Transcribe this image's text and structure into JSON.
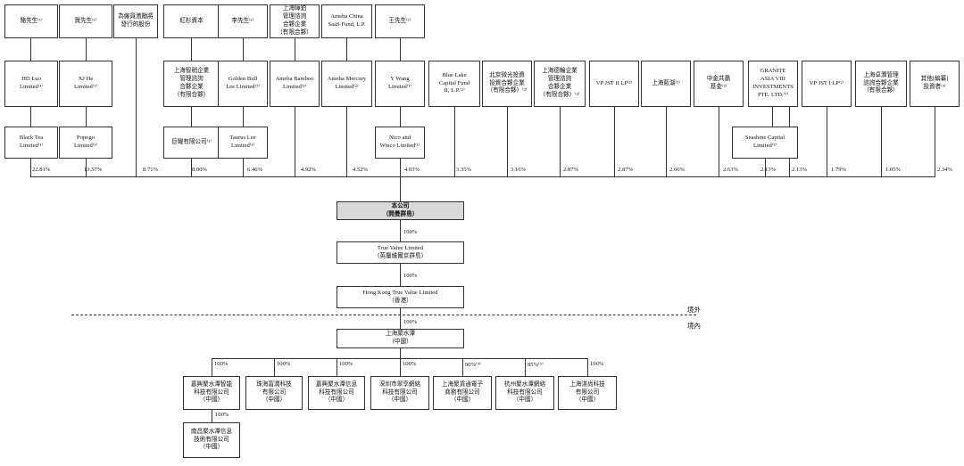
{
  "top_row": [
    "駱先生⁽¹⁾",
    "賀先生⁽¹⁾",
    "為僱員激勵將\n發行的股份",
    "紅杉資本",
    "李先生⁽¹⁾",
    "上海曄鉑\n管理諮詢\n合夥企業\n（有限合夥）",
    "Ameba China\nSaaS Fund, L.P.",
    "王先生⁽¹⁾"
  ],
  "middle_row": [
    "HD Luo\nLimited⁽¹⁾",
    "XJ He\nLimited⁽¹⁾",
    "上海智稍企業\n管理諮詢\n合夥企業\n（有限合夥）",
    "Golden Bull\nLee Limited⁽¹⁾",
    "Ameba Bamboo\nLimited⁽²⁾",
    "Ameba Mercury\nLimited⁽²⁾",
    "Y Wang\nLimited⁽¹⁾",
    "Blue Lake\nCapital Fund\nII, L.P.⁽²⁾",
    "北京微光投資\n投資合夥企業\n（有限合夥）⁽²⁾",
    "上海德輪企業\n管理諮詢\n合夥企業\n（有限合夥）⁽²⁾",
    "VP JST II LP⁽²⁾",
    "上海藍湖⁽²⁾",
    "中金共贏\n基金⁽²⁾",
    "GRANITE\nASIA VIII\nINVESTMENTS\nPTE. LTD.⁽²⁾",
    "VP JST I LP⁽²⁾",
    "上海卓灝管理\n諮詢合夥企業\n（有限合夥）",
    "其他[編纂]\n投資者⁽³⁾"
  ],
  "bottom_row": [
    "Black Tea\nLimited⁽¹⁾",
    "Popogo\nLimited⁽¹⁾",
    "巨曜有限公司⁽²⁾",
    "Taurus Lee\nLimited⁽¹⁾",
    "Nico and\nWinco Limited⁽¹⁾",
    "Seashine Capital\nLimited⁽²⁾"
  ],
  "percentages": [
    "22.81%",
    "13.57%",
    "8.71%",
    "8.00%",
    "6.46%",
    "4.92%",
    "4.52%",
    "4.03%",
    "3.35%",
    "3.16%",
    "2.87%",
    "2.87%",
    "2.66%",
    "2.63%",
    "2.13%",
    "2.13%",
    "1.79%",
    "1.05%",
    "2.34%"
  ],
  "company": "本公司\n（開曼群島）",
  "chain": [
    {
      "pct": "100%",
      "name": "True Value Limited\n（英屬維爾京群島）"
    },
    {
      "pct": "100%",
      "name": "Hong Kong True Value Limited\n（香港）"
    },
    {
      "pct": "100%",
      "name": "上海聚水潭\n（中國）"
    }
  ],
  "offshore_label": "境外",
  "onshore_label": "境內",
  "subsidiaries": [
    {
      "pct": "100%",
      "name": "嘉興聚水潭智能\n科技有限公司\n（中國）"
    },
    {
      "pct": "100%",
      "name": "珠海富潤科技\n有限公司\n（中國）"
    },
    {
      "pct": "100%",
      "name": "嘉興聚水潭信息\n科技有限公司\n（中國）"
    },
    {
      "pct": "100%",
      "name": "深圳市翠享網絡\n科技有限公司\n（中國）"
    },
    {
      "pct": "90%⁽⁴⁾",
      "name": "上海聚貨通電子\n商務有限公司\n（中國）"
    },
    {
      "pct": "85%⁽⁵⁾",
      "name": "杭州聚水潭網絡\n科技有限公司\n（中國）"
    },
    {
      "pct": "100%",
      "name": "上海湛尚科技\n有限公司\n（中國）"
    }
  ],
  "grand_sub": {
    "pct": "100%",
    "name": "南昌聚水潭信息\n技術有限公司\n（中國）"
  }
}
